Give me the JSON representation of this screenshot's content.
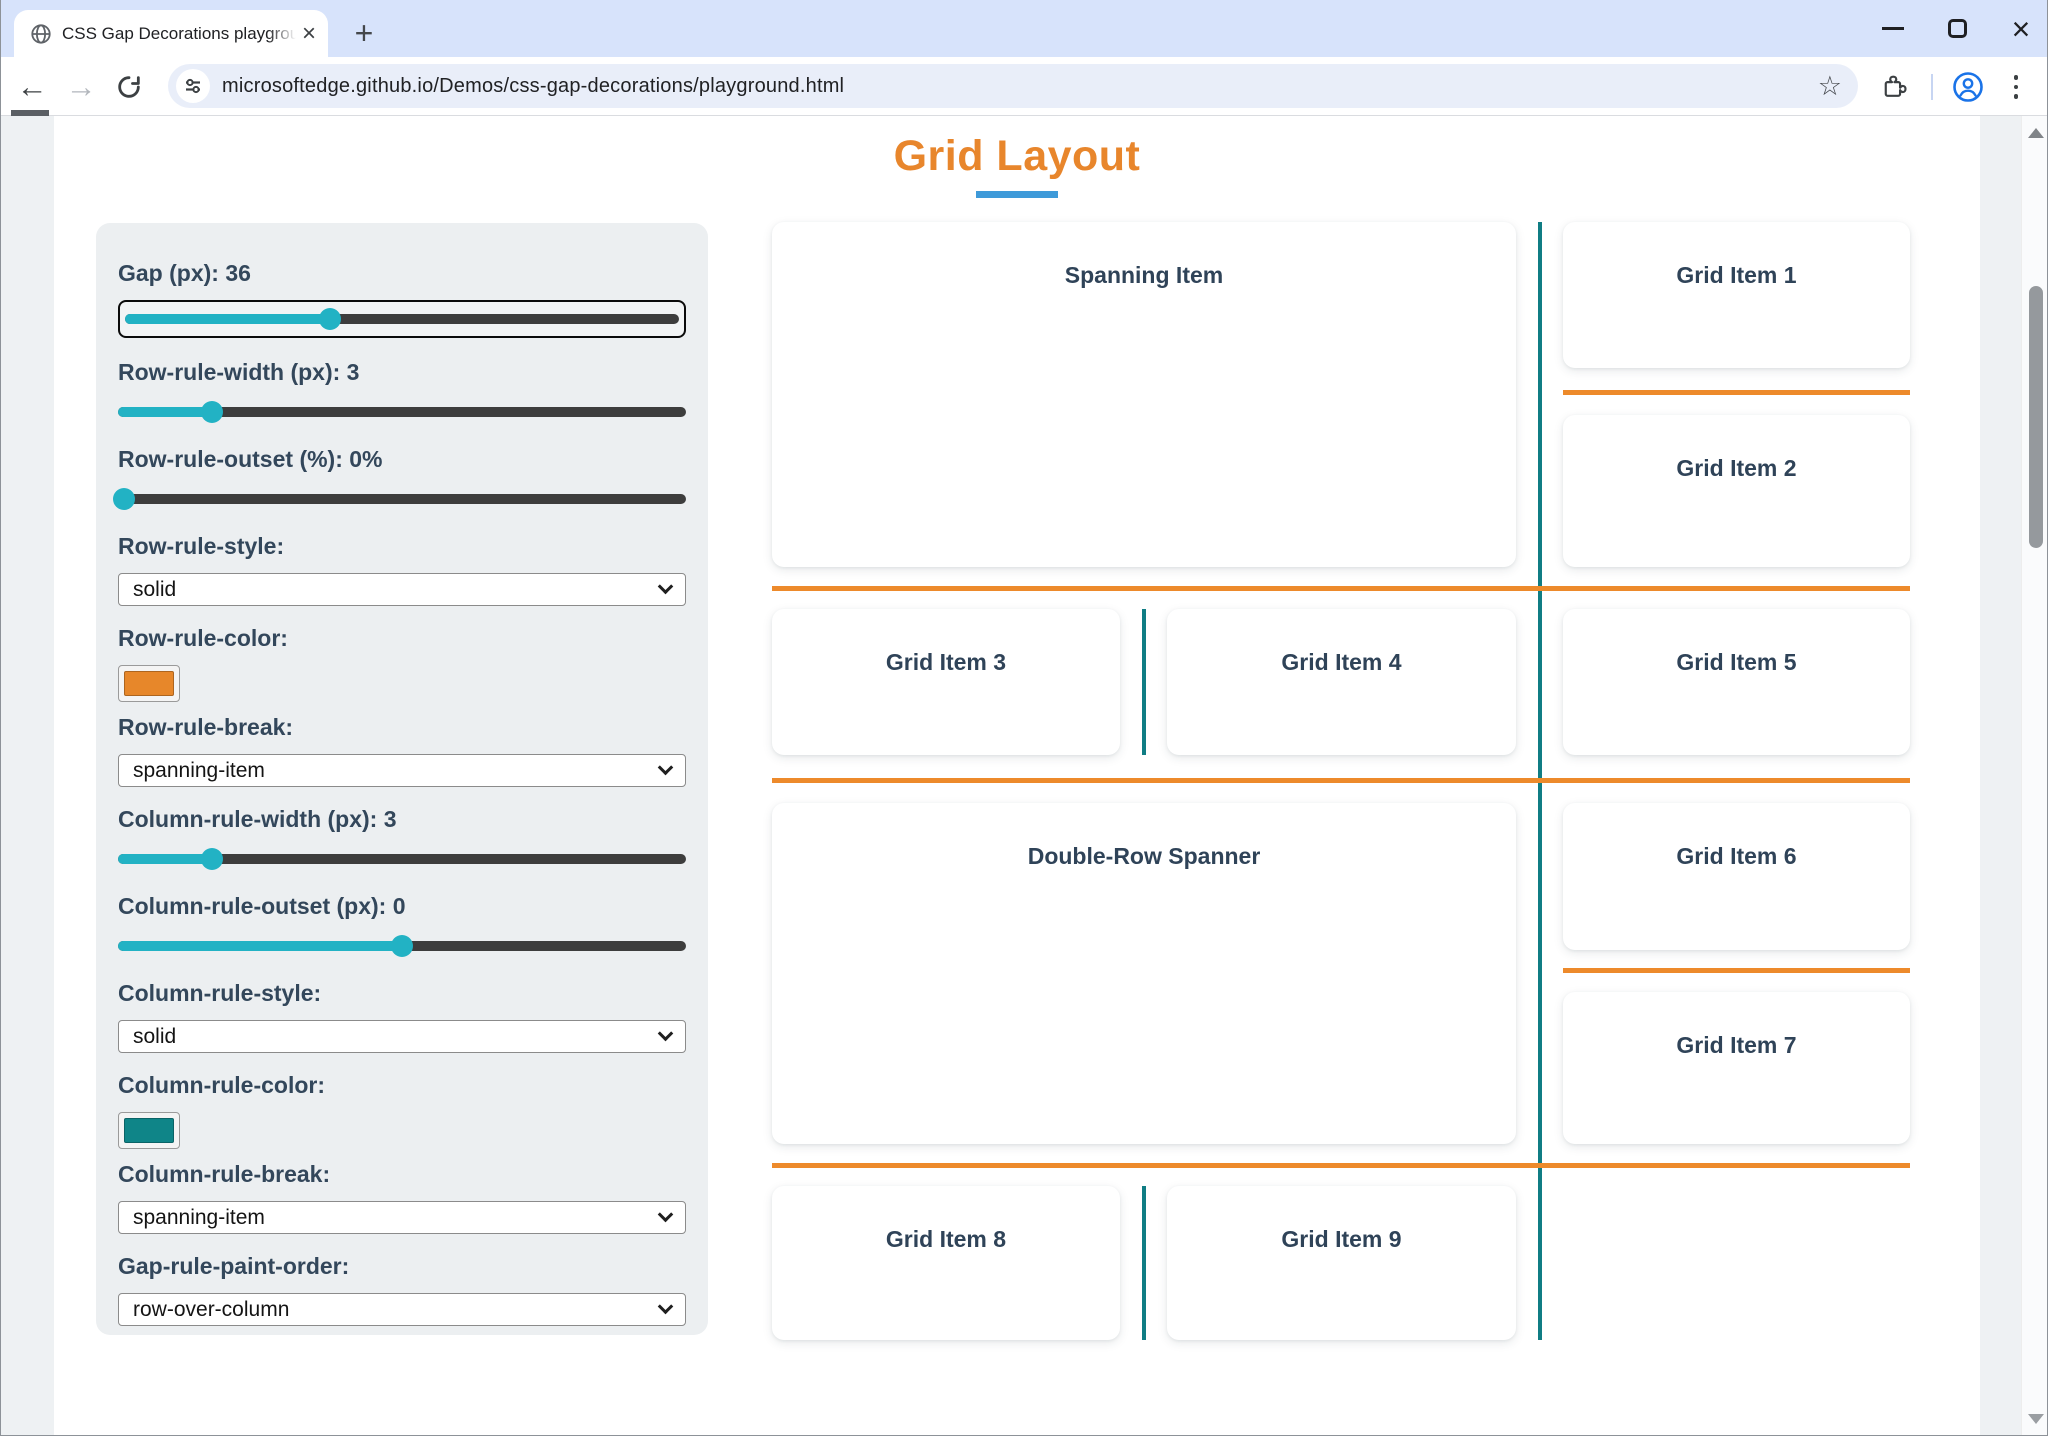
{
  "browser": {
    "tab_title": "CSS Gap Decorations playgroun",
    "url": "microsoftedge.github.io/Demos/css-gap-decorations/playground.html",
    "icons": {
      "back": "←",
      "forward": "→",
      "star": "☆",
      "new_tab": "+",
      "tab_close": "×",
      "window_close": "×"
    }
  },
  "page": {
    "title": "Grid Layout",
    "accent_orange": "#e8862c",
    "accent_blue": "#3e9ad9"
  },
  "controls": {
    "gap": {
      "label": "Gap (px): 36",
      "percent": 37
    },
    "row_rule_width": {
      "label": "Row-rule-width (px): 3",
      "percent": 16.5
    },
    "row_rule_outset": {
      "label": "Row-rule-outset (%): 0%",
      "percent": 1
    },
    "row_rule_style": {
      "label": "Row-rule-style:",
      "value": "solid"
    },
    "row_rule_color": {
      "label": "Row-rule-color:",
      "color": "#e7872a"
    },
    "row_rule_break": {
      "label": "Row-rule-break:",
      "value": "spanning-item"
    },
    "column_rule_width": {
      "label": "Column-rule-width (px): 3",
      "percent": 16.5
    },
    "column_rule_outset": {
      "label": "Column-rule-outset (px): 0",
      "percent": 50
    },
    "column_rule_style": {
      "label": "Column-rule-style:",
      "value": "solid"
    },
    "column_rule_color": {
      "label": "Column-rule-color:",
      "color": "#0f8588"
    },
    "column_rule_break": {
      "label": "Column-rule-break:",
      "value": "spanning-item"
    },
    "gap_rule_paint_order": {
      "label": "Gap-rule-paint-order:",
      "value": "row-over-column"
    }
  },
  "grid": {
    "rule_colors": {
      "row": "#ed8a2b",
      "column": "#107d84"
    },
    "items": [
      {
        "label": "Spanning Item"
      },
      {
        "label": "Grid Item 1"
      },
      {
        "label": "Grid Item 2"
      },
      {
        "label": "Grid Item 3"
      },
      {
        "label": "Grid Item 4"
      },
      {
        "label": "Grid Item 5"
      },
      {
        "label": "Double-Row Spanner"
      },
      {
        "label": "Grid Item 6"
      },
      {
        "label": "Grid Item 7"
      },
      {
        "label": "Grid Item 8"
      },
      {
        "label": "Grid Item 9"
      }
    ]
  }
}
